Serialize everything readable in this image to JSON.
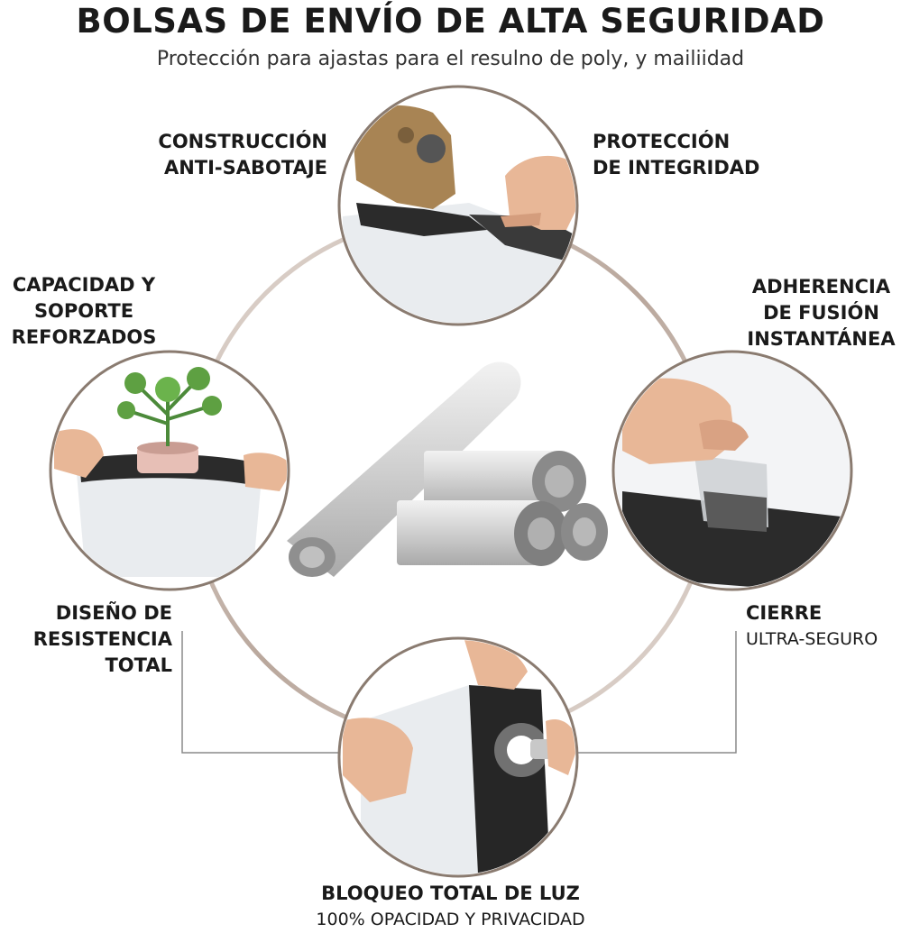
{
  "header": {
    "title": "BOLSAS DE ENVÍO DE ALTA SEGURIDAD",
    "subtitle": "Protección para ajastas para el resulno de poly, y mailiidad"
  },
  "features": {
    "anti_sabotage": {
      "line1": "CONSTRUCCIÓN",
      "line2": "ANTI-SABOTAJE"
    },
    "integrity": {
      "line1": "PROTECCIÓN",
      "line2": "DE INTEGRIDAD"
    },
    "capacity": {
      "line1": "CAPACIDAD Y",
      "line2": "SOPORTE",
      "line3": "REFORZADOS"
    },
    "adhesion": {
      "line1": "ADHERENCIA",
      "line2": "DE FUSIÓN",
      "line3": "INSTANTÁNEA"
    },
    "resistance": {
      "line1": "DISEÑO DE",
      "line2": "RESISTENCIA",
      "line3": "TOTAL"
    },
    "closure": {
      "line1": "CIERRE",
      "line2": "ULTRA-SEGURO"
    },
    "light_block": {
      "line1": "BLOQUEO TOTAL DE LUZ",
      "line2": "100% OPACIDAD Y PRIVACIDAD"
    }
  },
  "colors": {
    "ring": "#c9b8ae",
    "frame": "#8a8a8a",
    "bag_white": "#e9ecef",
    "bag_black": "#2b2b2b",
    "skin": "#e8b797",
    "glove": "#a88454"
  },
  "images": {
    "top": "tearing-bag-photo",
    "left": "plant-in-bag-photo",
    "right": "adhesive-strip-photo",
    "bottom": "flashlight-bag-photo",
    "center": "bag-rolls-photo"
  }
}
